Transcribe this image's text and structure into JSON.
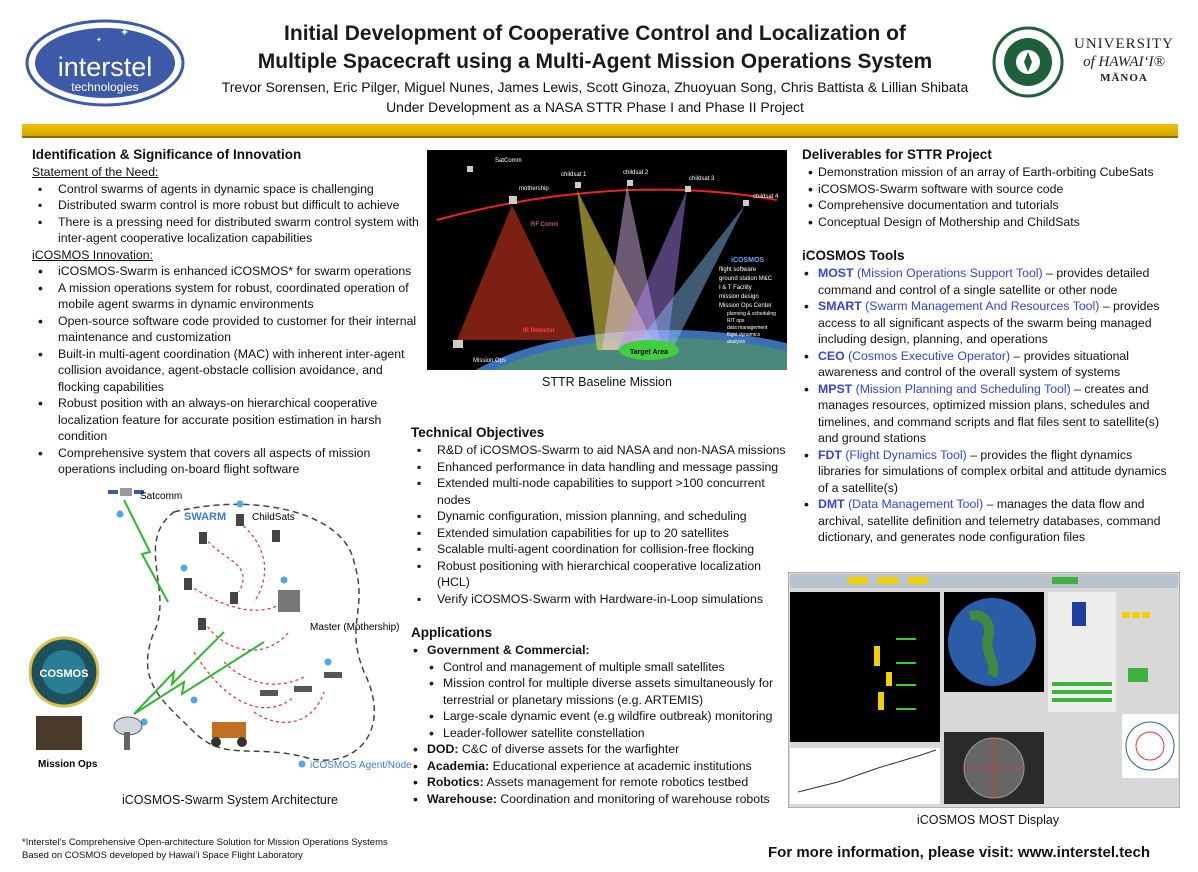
{
  "header": {
    "logo_left_text": "interstel",
    "logo_left_sub": "technologies",
    "title_line1": "Initial Development of Cooperative Control and Localization of",
    "title_line2": "Multiple Spacecraft using a Multi-Agent Mission Operations System",
    "authors": "Trevor Sorensen, Eric Pilger, Miguel Nunes, James Lewis, Scott Ginoza, Zhuoyuan Song, Chris Battista & Lillian Shibata",
    "project": "Under Development as a NASA STTR Phase I and Phase II Project",
    "uh_line1": "UNIVERSITY",
    "uh_line2": "of HAWAIʻI®",
    "uh_line3": "MĀNOA"
  },
  "identification": {
    "heading": "Identification & Significance of Innovation",
    "need_heading": "Statement of the Need:",
    "need_items": [
      "Control swarms of agents in dynamic space is challenging",
      "Distributed swarm control is more robust but difficult to achieve",
      "There is a pressing need for distributed swarm control system with inter-agent cooperative localization capabilities"
    ],
    "innovation_heading": "iCOSMOS Innovation:",
    "innovation_items": [
      "iCOSMOS-Swarm is enhanced iCOSMOS* for swarm operations",
      "A mission operations system for robust, coordinated operation of mobile agent swarms in dynamic environments",
      "Open-source software code provided to customer for their internal maintenance and customization",
      "Built-in multi-agent coordination (MAC) with inherent inter-agent collision avoidance, agent-obstacle collision avoidance, and flocking capabilities",
      "Robust position with an always-on hierarchical cooperative localization feature for accurate position estimation in harsh condition",
      "Comprehensive system that covers all aspects of mission operations including on-board flight software"
    ]
  },
  "architecture": {
    "caption": "iCOSMOS-Swarm System Architecture",
    "satcomm": "Satcomm",
    "swarm": "SWARM",
    "childsats": "ChildSats",
    "master": "Master (Mothership)",
    "mission_ops": "Mission Ops",
    "agent_node": "iCOSMOS Agent/Node",
    "seal_text": "COSMOS"
  },
  "sttr": {
    "caption": "STTR Baseline Mission",
    "labels": {
      "satcomm": "SatComm",
      "mothership": "mothership",
      "childsat1": "childsat 1",
      "childsat2": "childsat 2",
      "childsat3": "childsat 3",
      "childsat4": "childsat 4",
      "rf_comm": "RF Comm",
      "ir_detector": "IR Detector",
      "target_area": "Target Area",
      "mission_ops": "Mission Ops",
      "icosmos": "iCOSMOS",
      "flight_software": "flight software",
      "ground_station": "ground station M&C",
      "it_facility": "I & T Facility",
      "mission_design": "mission design",
      "mission_ops_center": "Mission Ops Center",
      "planning": "planning & scheduling",
      "rt_ops": "R/T ops",
      "data_management": "data management",
      "flight_dynamics": "flight dynamics",
      "analysis": "analysis"
    }
  },
  "objectives": {
    "heading": "Technical Objectives",
    "items": [
      "R&D of iCOSMOS-Swarm to aid NASA and non-NASA missions",
      "Enhanced performance in data handling and message passing",
      "Extended multi-node capabilities to support >100 concurrent nodes",
      "Dynamic configuration, mission planning, and scheduling",
      "Extended simulation capabilities for up to 20 satellites",
      "Scalable multi-agent coordination for collision-free flocking",
      "Robust positioning with hierarchical cooperative localization (HCL)",
      "Verify iCOSMOS-Swarm with Hardware-in-Loop  simulations"
    ]
  },
  "applications": {
    "heading": "Applications",
    "gov_label": "Government & Commercial:",
    "gov_items": [
      "Control and management of multiple small satellites",
      "Mission control for multiple diverse assets simultaneously for terrestrial or planetary missions (e.g. ARTEMIS)",
      "Large-scale dynamic event (e.g wildfire outbreak) monitoring",
      "Leader-follower satellite constellation"
    ],
    "dod_label": "DOD:",
    "dod_text": "C&C of diverse assets for the warfighter",
    "academia_label": "Academia:",
    "academia_text": "Educational experience at academic institutions",
    "robotics_label": "Robotics:",
    "robotics_text": "Assets management for remote robotics testbed",
    "warehouse_label": "Warehouse:",
    "warehouse_text": "Coordination and monitoring of warehouse robots"
  },
  "deliverables": {
    "heading": "Deliverables for STTR Project",
    "items": [
      "Demonstration mission of an array of Earth-orbiting CubeSats",
      "iCOSMOS-Swarm software with source code",
      "Comprehensive documentation and tutorials",
      "Conceptual Design of Mothership and ChildSats"
    ]
  },
  "tools": {
    "heading": "iCOSMOS Tools",
    "items": [
      {
        "abbr": "MOST",
        "full": "(Mission Operations Support Tool)",
        "desc": " – provides detailed command and control of a single satellite or other node"
      },
      {
        "abbr": "SMART",
        "full": "(Swarm Management And Resources Tool)",
        "desc": " – provides access to all significant aspects of the swarm being managed including design, planning, and operations"
      },
      {
        "abbr": "CEO",
        "full": "(Cosmos Executive Operator)",
        "desc": " – provides situational awareness and control of the overall system of systems"
      },
      {
        "abbr": "MPST",
        "full": "(Mission Planning and Scheduling Tool)",
        "desc": " – creates and manages resources, optimized mission plans, schedules and timelines, and command scripts and flat files sent to satellite(s) and ground stations"
      },
      {
        "abbr": "FDT",
        "full": "(Flight Dynamics Tool)",
        "desc": " – provides the flight dynamics libraries for simulations of complex orbital and attitude dynamics of a satellite(s)"
      },
      {
        "abbr": "DMT",
        "full": "(Data Management Tool)",
        "desc": " – manages the data flow and archival, satellite definition and telemetry databases, command dictionary, and generates node configuration files"
      }
    ]
  },
  "most_display": {
    "caption": "iCOSMOS MOST Display"
  },
  "footer": {
    "footnote1": "*Interstel’s Comprehensive Open-architecture Solution for Mission Operations Systems",
    "footnote2": "Based on COSMOS developed by Hawai’i Space Flight Laboratory",
    "more_info": "For more information, please visit: www.interstel.tech"
  },
  "colors": {
    "gold": "#e0b000",
    "tool_blue": "#3344dd",
    "logo_blue": "#3d5aa8"
  }
}
